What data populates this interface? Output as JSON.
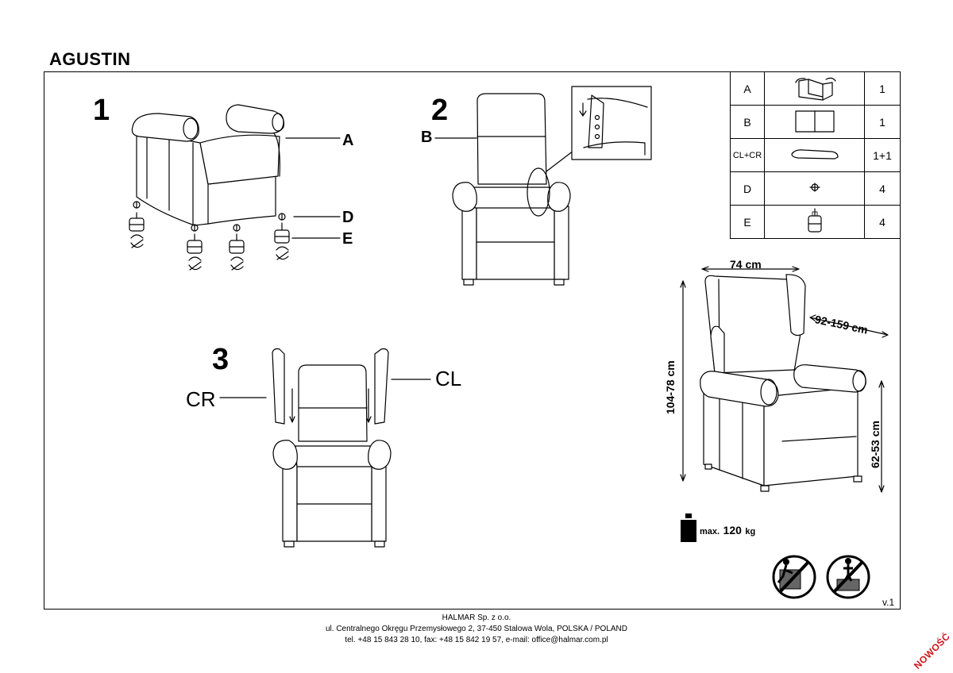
{
  "title": "AGUSTIN",
  "steps": {
    "s1": {
      "number": "1",
      "labels": {
        "a": "A",
        "d": "D",
        "e": "E"
      }
    },
    "s2": {
      "number": "2",
      "labels": {
        "b": "B"
      }
    },
    "s3": {
      "number": "3",
      "labels": {
        "cr": "CR",
        "cl": "CL"
      }
    }
  },
  "parts_table": {
    "rows": [
      {
        "code": "A",
        "qty": "1",
        "icon": "armchair-icon"
      },
      {
        "code": "B",
        "qty": "1",
        "icon": "backrest-icon"
      },
      {
        "code": "CL+CR",
        "qty": "1+1",
        "icon": "side-wing-icon"
      },
      {
        "code": "D",
        "qty": "4",
        "icon": "screw-icon"
      },
      {
        "code": "E",
        "qty": "4",
        "icon": "foot-icon"
      }
    ]
  },
  "dimensions": {
    "width": "74 cm",
    "depth": "92-159 cm",
    "height": "104-78 cm",
    "seat_height": "62-53 cm"
  },
  "weight": {
    "max_label": "max.",
    "value": "120",
    "unit": "kg"
  },
  "version": "v.1",
  "footer": {
    "company": "HALMAR Sp. z o.o.",
    "address": "ul. Centralnego Okręgu Przemysłowego 2, 37-450 Stalowa Wola, POLSKA / POLAND",
    "contact": "tel. +48 15 843 28 10, fax: +48 15 842 19 57, e-mail: office@halmar.com.pl"
  },
  "stamp": "NOWOŚĆ",
  "warning_icons": [
    "no-climbing-icon",
    "no-standing-icon"
  ]
}
